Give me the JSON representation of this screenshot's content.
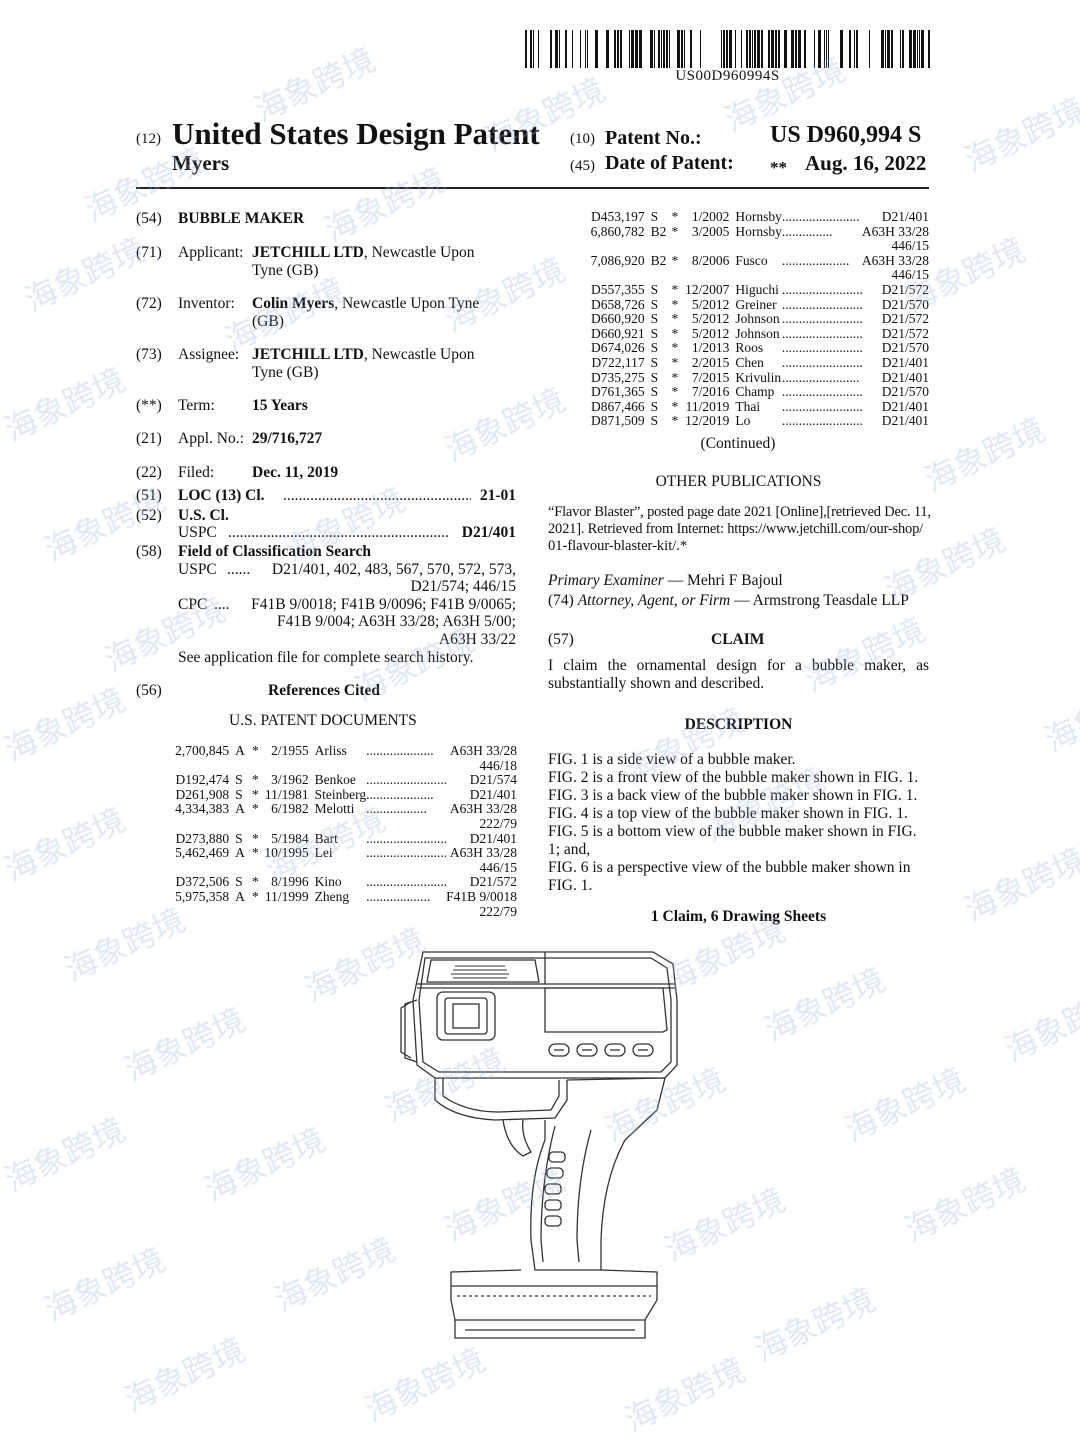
{
  "barcode": {
    "number": "US00D960994S"
  },
  "header": {
    "code_12": "(12)",
    "title": "United States Design Patent",
    "inventor_surname": "Myers",
    "code_10": "(10)",
    "patent_no_label": "Patent No.:",
    "patent_no": "US D960,994 S",
    "code_45": "(45)",
    "date_label": "Date of Patent:",
    "date_marker": "**",
    "date": "Aug. 16, 2022"
  },
  "fields": {
    "f54": {
      "code": "(54)",
      "text": "BUBBLE MAKER"
    },
    "f71": {
      "code": "(71)",
      "label": "Applicant:",
      "name": "JETCHILL LTD",
      "rest": ", Newcastle Upon",
      "line2": "Tyne (GB)"
    },
    "f72": {
      "code": "(72)",
      "label": "Inventor:",
      "name": "Colin Myers",
      "rest": ", Newcastle Upon Tyne",
      "line2": "(GB)"
    },
    "f73": {
      "code": "(73)",
      "label": "Assignee:",
      "name": "JETCHILL LTD",
      "rest": ", Newcastle Upon",
      "line2": "Tyne (GB)"
    },
    "fterm": {
      "code": "(**)",
      "label": "Term:",
      "value": "15 Years"
    },
    "f21": {
      "code": "(21)",
      "label": "Appl. No.:",
      "value": "29/716,727"
    },
    "f22": {
      "code": "(22)",
      "label": "Filed:",
      "value": "Dec. 11, 2019"
    },
    "f51": {
      "code": "(51)",
      "label": "LOC (13) Cl.",
      "dots": "..................................................",
      "value": "21-01"
    },
    "f52": {
      "code": "(52)",
      "label": "U.S. Cl.",
      "sub": "USPC",
      "dots": ".........................................................",
      "value": "D21/401"
    },
    "f58": {
      "code": "(58)",
      "label": "Field of Classification Search",
      "uspc_label": "USPC",
      "uspc_dots": "......",
      "uspc_1": "D21/401, 402, 483, 567, 570, 572, 573,",
      "uspc_2": "D21/574; 446/15",
      "cpc_label": "CPC",
      "cpc_dots": "....",
      "cpc_1": "F41B 9/0018; F41B 9/0096; F41B 9/0065;",
      "cpc_2": "F41B 9/004; A63H 33/28; A63H 5/00;",
      "cpc_3": "A63H 33/22",
      "note": "See application file for complete search history."
    },
    "f56": {
      "code": "(56)",
      "label": "References Cited",
      "subhead": "U.S. PATENT DOCUMENTS"
    }
  },
  "us_refs_left": [
    {
      "num": "2,700,845",
      "kind": "A",
      "star": "*",
      "date": "2/1955",
      "name": "Arliss",
      "dots": "....................",
      "cls": "A63H 33/28",
      "cls2": "446/18"
    },
    {
      "num": "D192,474",
      "kind": "S",
      "star": "*",
      "date": "3/1962",
      "name": "Benkoe",
      "dots": "........................",
      "cls": "D21/574",
      "cls2": ""
    },
    {
      "num": "D261,908",
      "kind": "S",
      "star": "*",
      "date": "11/1981",
      "name": "Steinberg",
      "dots": "....................",
      "cls": "D21/401",
      "cls2": ""
    },
    {
      "num": "4,334,383",
      "kind": "A",
      "star": "*",
      "date": "6/1982",
      "name": "Melotti",
      "dots": "..................",
      "cls": "A63H 33/28",
      "cls2": "222/79"
    },
    {
      "num": "D273,880",
      "kind": "S",
      "star": "*",
      "date": "5/1984",
      "name": "Bart",
      "dots": "..............................",
      "cls": "D21/401",
      "cls2": ""
    },
    {
      "num": "5,462,469",
      "kind": "A",
      "star": "*",
      "date": "10/1995",
      "name": "Lei",
      "dots": "..........................",
      "cls": "A63H 33/28",
      "cls2": "446/15"
    },
    {
      "num": "D372,506",
      "kind": "S",
      "star": "*",
      "date": "8/1996",
      "name": "Kino",
      "dots": "..............................",
      "cls": "D21/572",
      "cls2": ""
    },
    {
      "num": "5,975,358",
      "kind": "A",
      "star": "*",
      "date": "11/1999",
      "name": "Zheng",
      "dots": "...................",
      "cls": "F41B 9/0018",
      "cls2": "222/79"
    }
  ],
  "us_refs_right": [
    {
      "num": "D453,197",
      "kind": "S",
      "star": "*",
      "date": "1/2002",
      "name": "Hornsby",
      "dots": ".......................",
      "cls": "D21/401",
      "cls2": ""
    },
    {
      "num": "6,860,782",
      "kind": "B2",
      "star": "*",
      "date": "3/2005",
      "name": "Hornsby",
      "dots": "...............",
      "cls": "A63H 33/28",
      "cls2": "446/15"
    },
    {
      "num": "7,086,920",
      "kind": "B2",
      "star": "*",
      "date": "8/2006",
      "name": "Fusco",
      "dots": "....................",
      "cls": "A63H 33/28",
      "cls2": "446/15"
    },
    {
      "num": "D557,355",
      "kind": "S",
      "star": "*",
      "date": "12/2007",
      "name": "Higuchi",
      "dots": "........................",
      "cls": "D21/572",
      "cls2": ""
    },
    {
      "num": "D658,726",
      "kind": "S",
      "star": "*",
      "date": "5/2012",
      "name": "Greiner",
      "dots": "........................",
      "cls": "D21/570",
      "cls2": ""
    },
    {
      "num": "D660,920",
      "kind": "S",
      "star": "*",
      "date": "5/2012",
      "name": "Johnson",
      "dots": "........................",
      "cls": "D21/572",
      "cls2": ""
    },
    {
      "num": "D660,921",
      "kind": "S",
      "star": "*",
      "date": "5/2012",
      "name": "Johnson",
      "dots": "........................",
      "cls": "D21/572",
      "cls2": ""
    },
    {
      "num": "D674,026",
      "kind": "S",
      "star": "*",
      "date": "1/2013",
      "name": "Roos",
      "dots": "............................",
      "cls": "D21/570",
      "cls2": ""
    },
    {
      "num": "D722,117",
      "kind": "S",
      "star": "*",
      "date": "2/2015",
      "name": "Chen",
      "dots": "............................",
      "cls": "D21/401",
      "cls2": ""
    },
    {
      "num": "D735,275",
      "kind": "S",
      "star": "*",
      "date": "7/2015",
      "name": "Krivulin",
      "dots": ".......................",
      "cls": "D21/401",
      "cls2": ""
    },
    {
      "num": "D761,365",
      "kind": "S",
      "star": "*",
      "date": "7/2016",
      "name": "Champ",
      "dots": "........................",
      "cls": "D21/570",
      "cls2": ""
    },
    {
      "num": "D867,466",
      "kind": "S",
      "star": "*",
      "date": "11/2019",
      "name": "Thai",
      "dots": "..............................",
      "cls": "D21/401",
      "cls2": ""
    },
    {
      "num": "D871,509",
      "kind": "S",
      "star": "*",
      "date": "12/2019",
      "name": "Lo",
      "dots": "..................................",
      "cls": "D21/401",
      "cls2": ""
    }
  ],
  "continued": "(Continued)",
  "other_pubs": {
    "heading": "OTHER PUBLICATIONS",
    "line1": "“Flavor Blaster”, posted page date 2021 [Online],[retrieved Dec. 11,",
    "line2": "2021]. Retrieved from Internet: https://www.jetchill.com/our-shop/",
    "line3": "01-flavour-blaster-kit/.*"
  },
  "examiner": {
    "label": "Primary Examiner",
    "dash": "—",
    "name": "Mehri F Bajoul",
    "code_74": "(74)",
    "attorney_label": "Attorney, Agent, or Firm",
    "attorney": "Armstrong Teasdale LLP"
  },
  "claim": {
    "code": "(57)",
    "heading": "CLAIM",
    "line1": "I claim the ornamental design for a bubble maker, as",
    "line2": "substantially shown and described."
  },
  "description": {
    "heading": "DESCRIPTION",
    "lines": [
      "FIG. 1 is a side view of a bubble maker.",
      "FIG. 2 is a front view of the bubble maker shown in FIG. 1.",
      "FIG. 3 is a back view of the bubble maker shown in FIG. 1.",
      "FIG. 4 is a top view of the bubble maker shown in FIG. 1.",
      "FIG. 5 is a bottom view of the bubble maker shown in FIG.",
      "1; and,",
      "FIG. 6 is a perspective view of the bubble maker shown in",
      "FIG. 1."
    ],
    "footer": "1 Claim, 6 Drawing Sheets"
  },
  "watermark_text": "海象跨境"
}
